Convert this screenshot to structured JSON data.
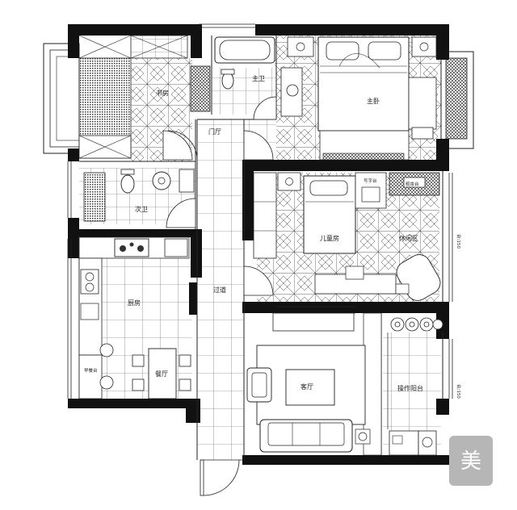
{
  "rooms": {
    "study": "书房",
    "master_bath": "主卫",
    "master_bedroom": "主卧",
    "entry": "门厅",
    "second_bath": "次卫",
    "kids_room": "儿童房",
    "desk": "写字台",
    "leisure": "休闲区",
    "kitchen": "厨房",
    "corridor": "过道",
    "dining": "餐厅",
    "living": "客厅",
    "service_balcony": "操作阳台",
    "bar": "早餐台",
    "dresser": "梳妆台"
  },
  "side_notes": {
    "top": "台:150",
    "bottom": "台:150"
  },
  "watermark": "美"
}
